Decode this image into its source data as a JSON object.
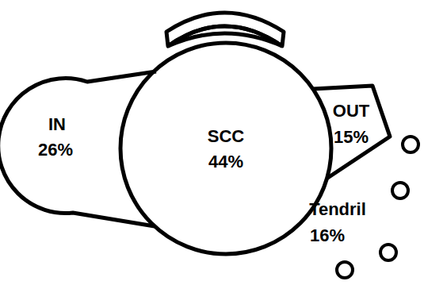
{
  "diagram": {
    "nodes": [
      {
        "text": [
          "IN",
          "26%"
        ]
      },
      {
        "text": [
          "SCC",
          "44%"
        ]
      },
      {
        "text": [
          "OUT",
          "15%"
        ]
      }
    ],
    "labels": [
      "Tendril",
      "16%"
    ]
  }
}
